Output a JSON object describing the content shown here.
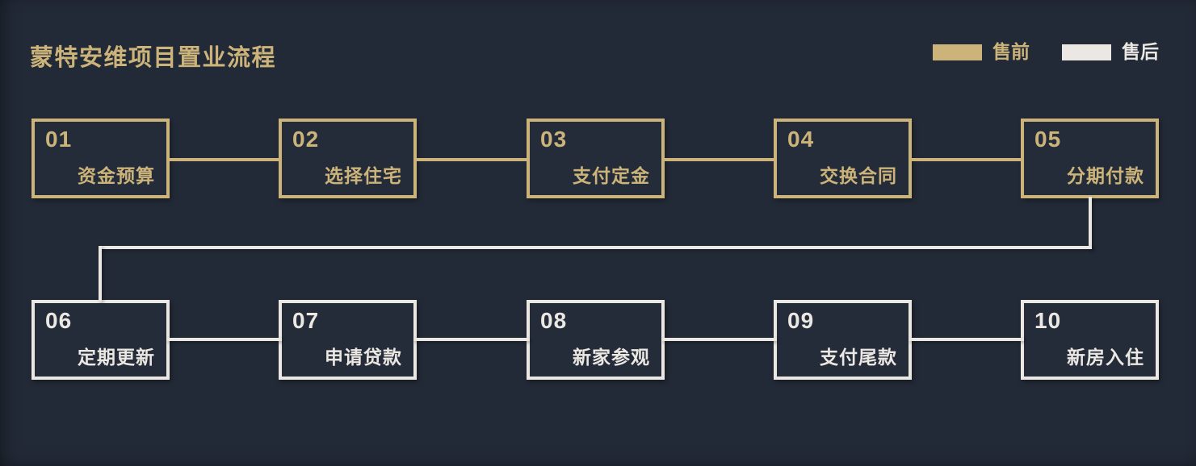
{
  "title": {
    "text": "蒙特安维项目置业流程"
  },
  "legend": {
    "items": [
      {
        "label": "售前",
        "color": "#cbb379"
      },
      {
        "label": "售后",
        "color": "#ebe7e2"
      }
    ]
  },
  "colors": {
    "background": "#232a37",
    "gold": "#cbb379",
    "white": "#ebe7e2"
  },
  "steps": [
    {
      "number": "01",
      "label": "资金预算",
      "phase": "售前"
    },
    {
      "number": "02",
      "label": "选择住宅",
      "phase": "售前"
    },
    {
      "number": "03",
      "label": "支付定金",
      "phase": "售前"
    },
    {
      "number": "04",
      "label": "交换合同",
      "phase": "售前"
    },
    {
      "number": "05",
      "label": "分期付款",
      "phase": "售前"
    },
    {
      "number": "06",
      "label": "定期更新",
      "phase": "售后"
    },
    {
      "number": "07",
      "label": "申请贷款",
      "phase": "售后"
    },
    {
      "number": "08",
      "label": "新家参观",
      "phase": "售后"
    },
    {
      "number": "09",
      "label": "支付尾款",
      "phase": "售后"
    },
    {
      "number": "10",
      "label": "新房入住",
      "phase": "售后"
    }
  ]
}
